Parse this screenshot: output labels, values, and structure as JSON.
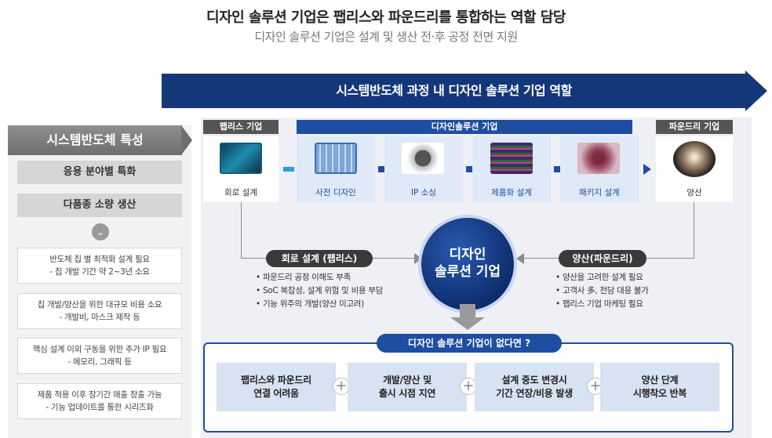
{
  "header": {
    "title": "디자인 솔루션 기업은 팹리스와 파운드리를 통합하는 역할 담당",
    "subtitle": "디자인 솔루션 기업은 설계 및 생산 전·후 공정 전면 지원"
  },
  "banner": {
    "label": "시스템반도체 과정 내 디자인 솔루션 기업 역할"
  },
  "left": {
    "header": "시스템반도체 특성",
    "chips": [
      "응용 분야별 특화",
      "다품종 소량 생산"
    ],
    "boxes": [
      {
        "line1": "반도체 칩 별 최적화 설계 필요",
        "line2": "- 칩 개발 기간 약 2~3년 소요"
      },
      {
        "line1": "칩 개발/양산을 위한 대규모 비용 소요",
        "line2": "- 개발비, 마스크 제작 등"
      },
      {
        "line1": "핵심 설계 이외 구동을 위한 추가 IP 필요",
        "line2": "- 메모리, 그래픽 등"
      },
      {
        "line1": "제품 적용 이후 장기간 매출 창출 가능",
        "line2": "- 기능 업데이트를 통한 시리즈화"
      }
    ]
  },
  "stages": {
    "fabless_tag": "팹리스 기업",
    "design_tag": "디자인솔루션 기업",
    "foundry_tag": "파운드리 기업",
    "items": [
      "회로 설계",
      "사전 디자인",
      "IP 소싱",
      "제품화 설계",
      "패키지 설계",
      "양산"
    ]
  },
  "center": {
    "line1": "디자인",
    "line2": "솔루션 기업"
  },
  "left_flow": {
    "pill": "회로 설계 (팹리스)",
    "bullets": [
      "파운드리 공정 이해도 부족",
      "SoC 복잡성, 설계 위험 및 비용 부담",
      "기능 위주의 개발(양산 미고려)"
    ]
  },
  "right_flow": {
    "pill": "양산(파운드리)",
    "bullets": [
      "양산을 고려한 설계 필요",
      "고객사 多, 전담 대응 불가",
      "팹리스 기업 마케팅 필요"
    ]
  },
  "bottom": {
    "tag": "디자인 솔루션 기업이 없다면 ?",
    "cards": [
      {
        "line1": "팹리스와 파운드리",
        "line2": "연결 어려움"
      },
      {
        "line1": "개발/양산 및",
        "line2": "출시 시점 지연"
      },
      {
        "line1": "설계 중도 변경시",
        "line2": "기간 연장/비용 발생"
      },
      {
        "line1": "양산 단계",
        "line2": "시행착오 반복"
      }
    ],
    "plus": "+"
  },
  "colors": {
    "navy": "#14377a",
    "blue": "#1f4ea1",
    "accent": "#2e9ce0",
    "gray": "#6e6e6e"
  }
}
